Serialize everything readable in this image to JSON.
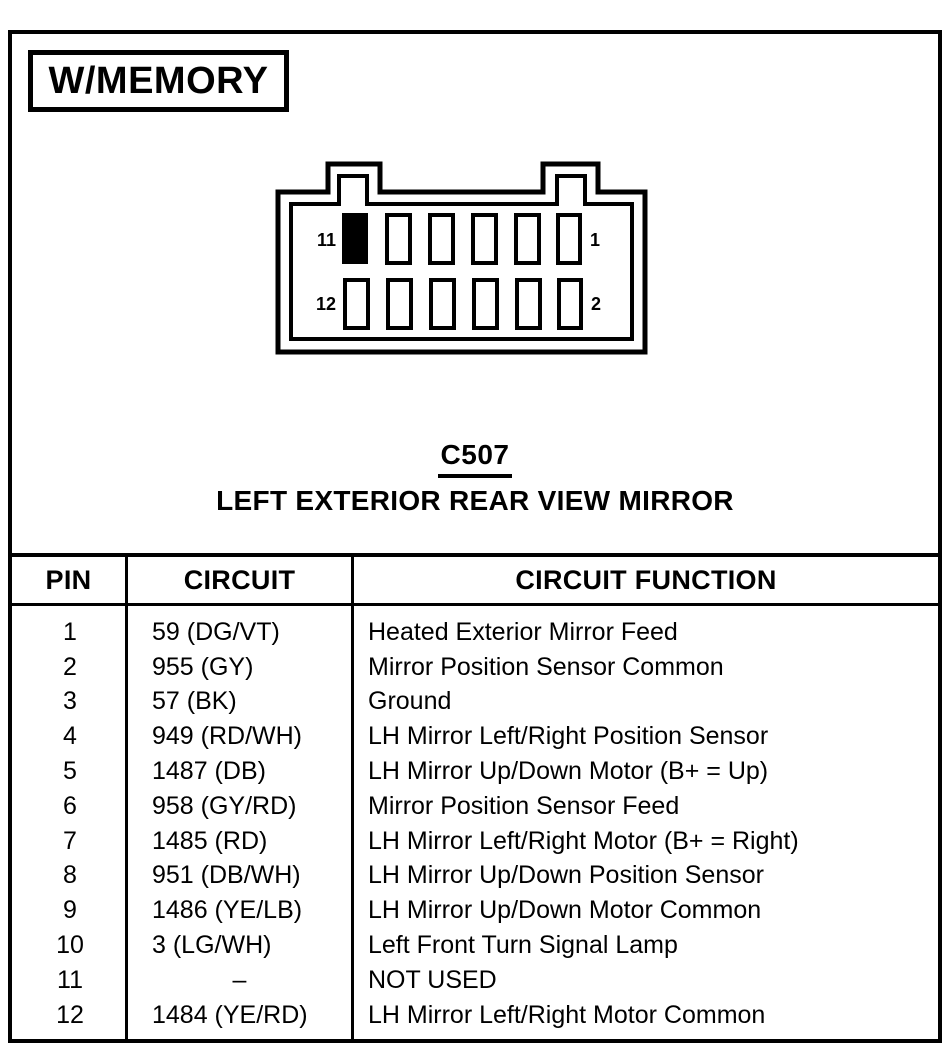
{
  "header": {
    "variant_label": "W/MEMORY"
  },
  "connector": {
    "id": "C507",
    "name": "LEFT EXTERIOR REAR VIEW MIRROR",
    "pin_labels": {
      "top_left": "11",
      "top_right": "1",
      "bottom_left": "12",
      "bottom_right": "2"
    }
  },
  "table": {
    "headers": [
      "PIN",
      "CIRCUIT",
      "CIRCUIT FUNCTION"
    ],
    "rows": [
      {
        "pin": "1",
        "circuit": "59 (DG/VT)",
        "function": "Heated Exterior Mirror Feed"
      },
      {
        "pin": "2",
        "circuit": "955 (GY)",
        "function": "Mirror Position Sensor Common"
      },
      {
        "pin": "3",
        "circuit": "57 (BK)",
        "function": "Ground"
      },
      {
        "pin": "4",
        "circuit": "949 (RD/WH)",
        "function": "LH Mirror Left/Right Position Sensor"
      },
      {
        "pin": "5",
        "circuit": "1487 (DB)",
        "function": "LH Mirror Up/Down Motor (B+ = Up)"
      },
      {
        "pin": "6",
        "circuit": "958 (GY/RD)",
        "function": "Mirror Position Sensor Feed"
      },
      {
        "pin": "7",
        "circuit": "1485 (RD)",
        "function": "LH Mirror Left/Right Motor (B+ = Right)"
      },
      {
        "pin": "8",
        "circuit": "951 (DB/WH)",
        "function": "LH Mirror Up/Down Position Sensor"
      },
      {
        "pin": "9",
        "circuit": "1486 (YE/LB)",
        "function": "LH Mirror Up/Down Motor Common"
      },
      {
        "pin": "10",
        "circuit": "3 (LG/WH)",
        "function": "Left Front Turn Signal Lamp"
      },
      {
        "pin": "11",
        "circuit": "–",
        "function": "NOT USED"
      },
      {
        "pin": "12",
        "circuit": "1484 (YE/RD)",
        "function": "LH Mirror Left/Right Motor Common"
      }
    ]
  },
  "colors": {
    "ink": "#000000",
    "paper": "#ffffff"
  }
}
